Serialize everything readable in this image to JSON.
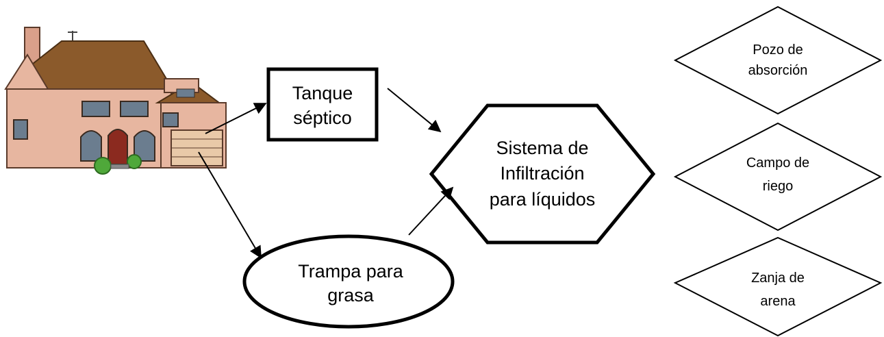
{
  "nodes": {
    "tanque": {
      "line1": "Tanque",
      "line2": "séptico"
    },
    "trampa": {
      "line1": "Trampa para",
      "line2": "grasa"
    },
    "sistema": {
      "line1": "Sistema de",
      "line2": "Infiltración",
      "line3": "para líquidos"
    },
    "pozo": {
      "line1": "Pozo  de",
      "line2": "absorción"
    },
    "campo": {
      "line1": "Campo de",
      "line2": "riego"
    },
    "zanja": {
      "line1": "Zanja de",
      "line2": "arena"
    }
  },
  "colors": {
    "stroke": "#000000",
    "background": "#ffffff",
    "house_roof": "#8b5a2b",
    "house_wall": "#e7b6a0"
  }
}
